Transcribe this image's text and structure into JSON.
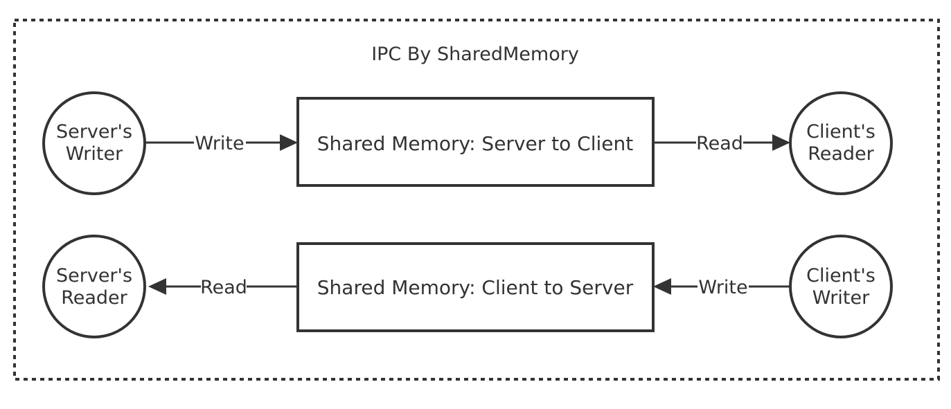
{
  "diagram": {
    "title": "IPC By SharedMemory",
    "nodes": {
      "server_writer": [
        "Server's",
        "Writer"
      ],
      "client_reader": [
        "Client's",
        "Reader"
      ],
      "server_reader": [
        "Server's",
        "Reader"
      ],
      "client_writer": [
        "Client's",
        "Writer"
      ]
    },
    "boxes": {
      "server_to_client": "Shared Memory: Server to Client",
      "client_to_server": "Shared Memory: Client to Server"
    },
    "edges": {
      "top_write": "Write",
      "top_read": "Read",
      "bottom_read": "Read",
      "bottom_write": "Write"
    }
  }
}
